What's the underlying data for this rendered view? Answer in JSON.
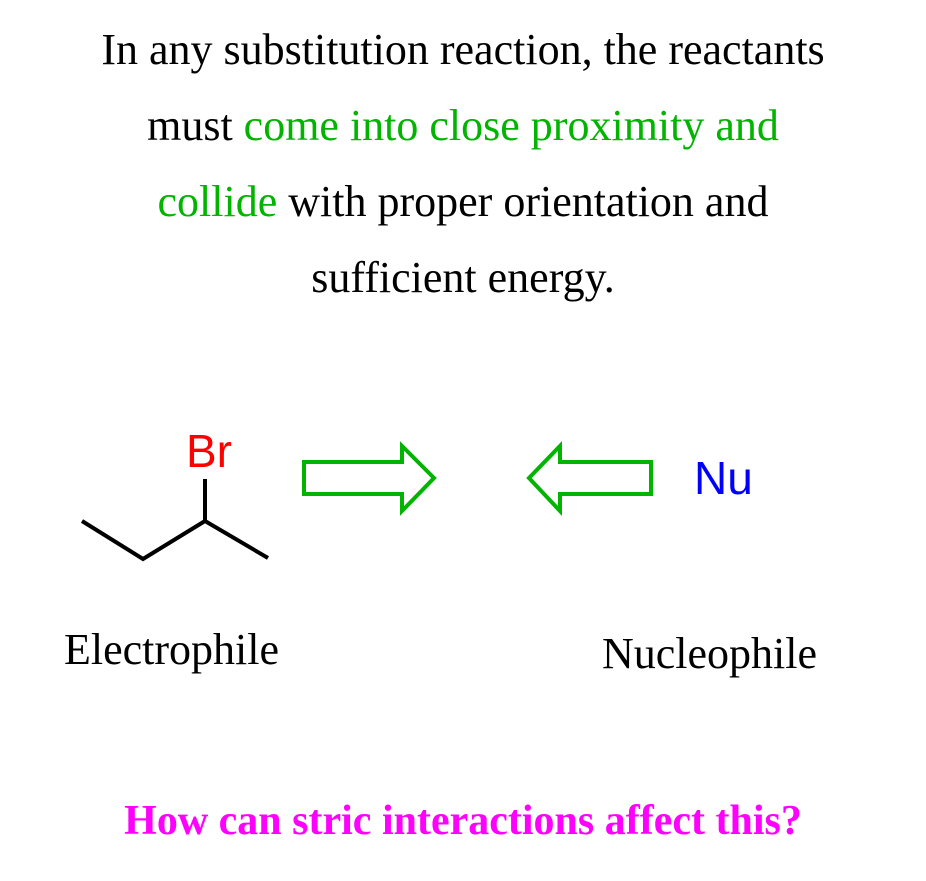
{
  "statement": {
    "line1": "In any substitution reaction, the reactants",
    "line2_prefix": "must ",
    "line2_highlight": "come into close proximity and",
    "line3_highlight": "collide",
    "line3_suffix": " with proper orientation and",
    "line4": "sufficient energy."
  },
  "diagram": {
    "leaving_group": "Br",
    "nucleophile_symbol": "Nu",
    "electrophile_label": "Electrophile",
    "nucleophile_label": "Nucleophile"
  },
  "question": "How can stric interactions affect this?",
  "colors": {
    "highlight": "#00b400",
    "arrow": "#00b400",
    "bromine": "#ff0000",
    "nucleophile": "#0000ff",
    "question": "#ff00ff"
  }
}
